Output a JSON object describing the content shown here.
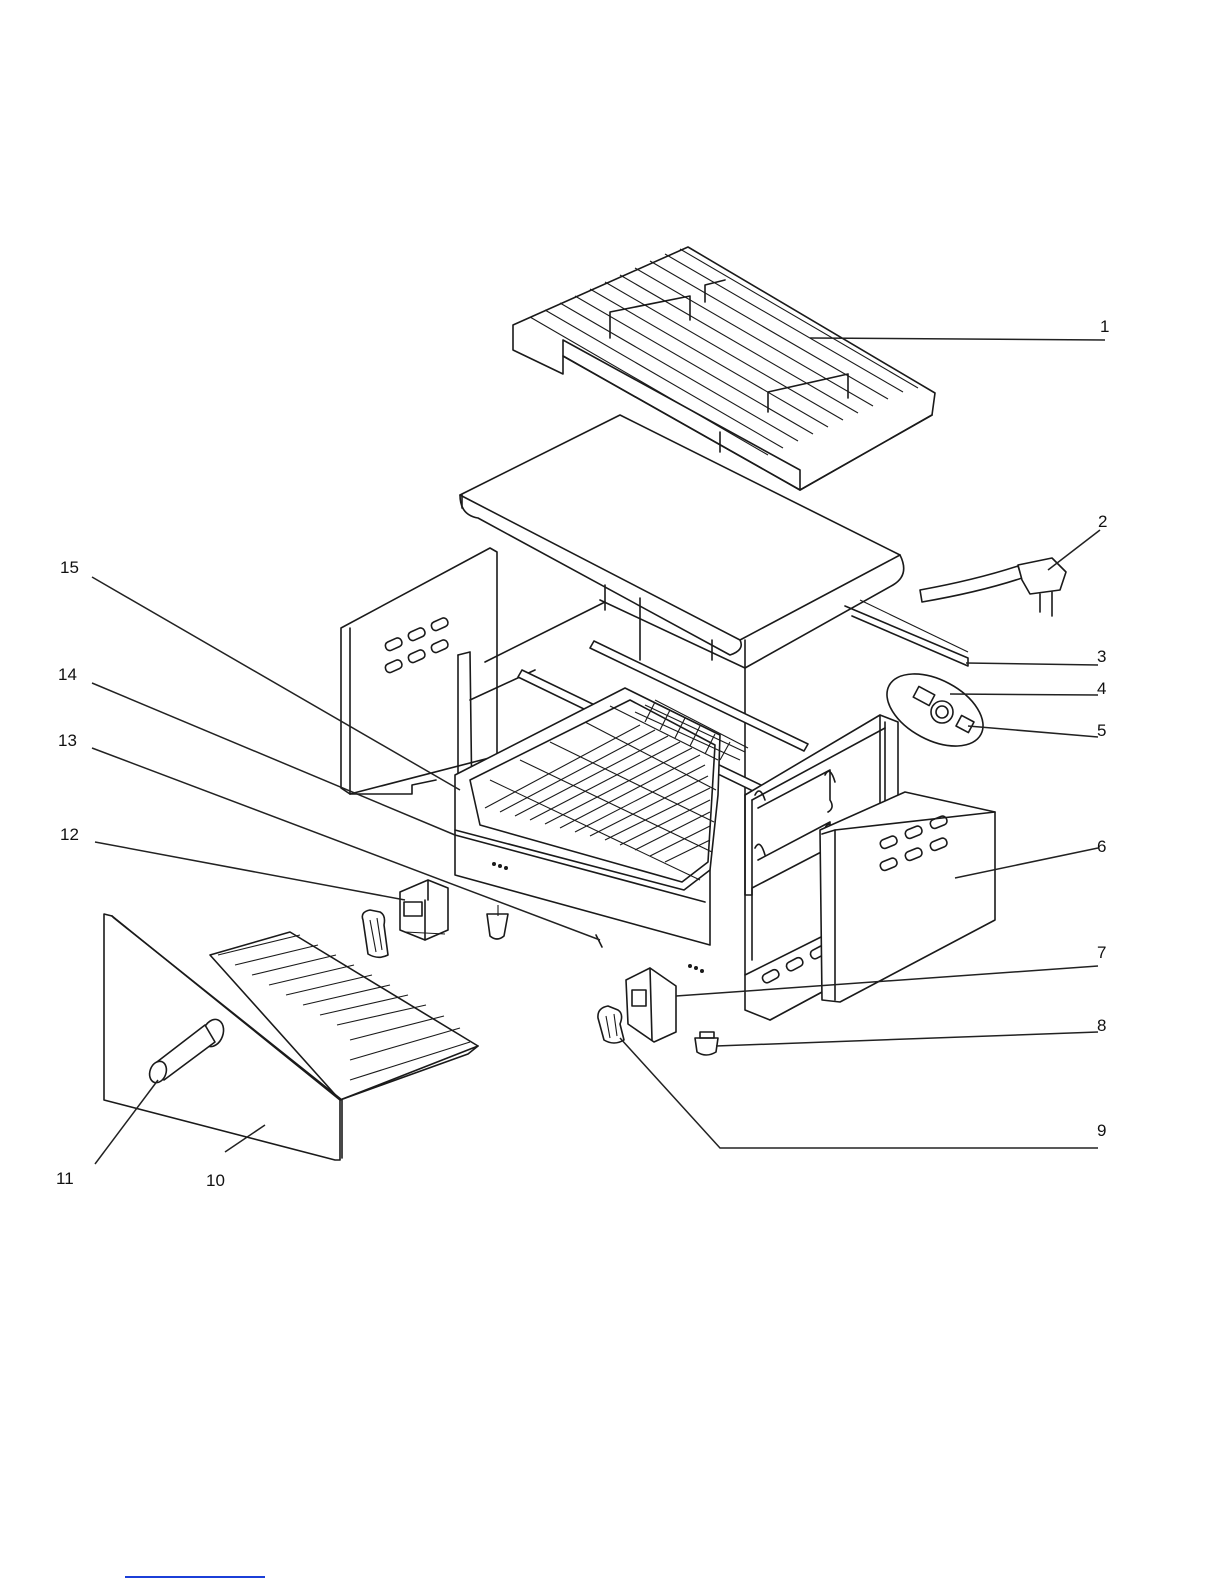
{
  "callouts": [
    {
      "id": "1",
      "text": "1"
    },
    {
      "id": "2",
      "text": "2"
    },
    {
      "id": "3",
      "text": "3"
    },
    {
      "id": "4",
      "text": "4"
    },
    {
      "id": "5",
      "text": "5"
    },
    {
      "id": "6",
      "text": "6"
    },
    {
      "id": "7",
      "text": "7"
    },
    {
      "id": "8",
      "text": "8"
    },
    {
      "id": "9",
      "text": "9"
    },
    {
      "id": "10",
      "text": "10"
    },
    {
      "id": "11",
      "text": "11"
    },
    {
      "id": "12",
      "text": "12"
    },
    {
      "id": "13",
      "text": "13"
    },
    {
      "id": "14",
      "text": "14"
    },
    {
      "id": "15",
      "text": "15"
    }
  ],
  "colors": {
    "line": "#1a1a1a",
    "link": "#1b3fd8",
    "background": "#ffffff"
  }
}
